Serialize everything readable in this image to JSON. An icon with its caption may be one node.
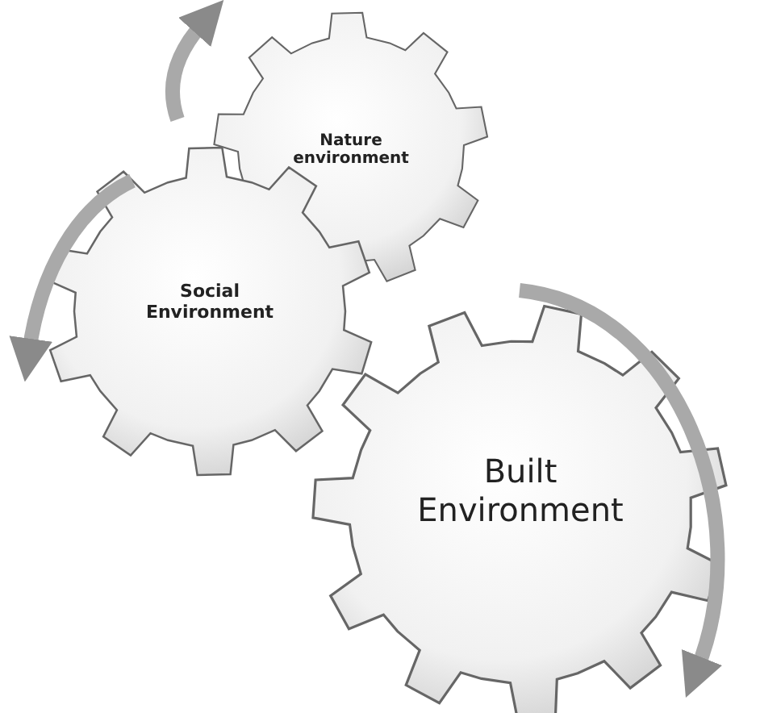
{
  "diagram": {
    "nodes": [
      {
        "text": [
          "Nature environment"
        ]
      },
      {
        "text": [
          "Social Environment"
        ]
      },
      {
        "text": [
          "Built Environment"
        ]
      }
    ]
  }
}
